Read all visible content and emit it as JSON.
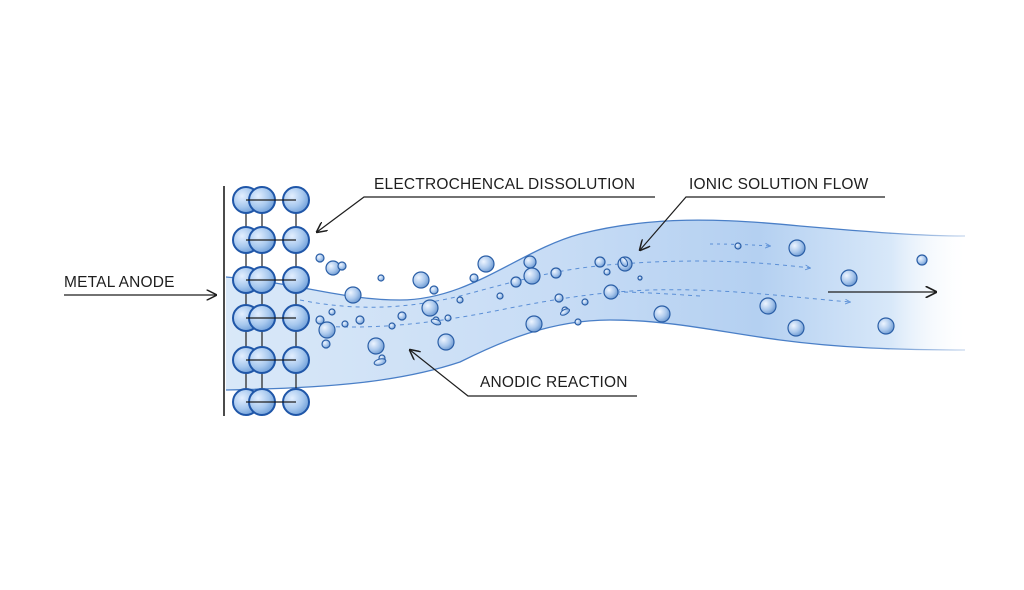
{
  "labels": {
    "metal_anode": "METAL ANODE",
    "electrochemical_dissolution": "ELECTROCHENCAL DISSOLUTION",
    "ionic_solution_flow": "IONIC SOLUTION FLOW",
    "anodic_reaction": "ANODIC REACTION"
  },
  "colors": {
    "ink": "#1e1e1e",
    "flow_fill": "#bcd6f3",
    "flow_edge": "#4a7fc7",
    "atom_fill": "#9cc0ea",
    "atom_edge": "#1f56a8",
    "particle_edge": "#2a5ea6",
    "dash": "#5b8fd6"
  }
}
